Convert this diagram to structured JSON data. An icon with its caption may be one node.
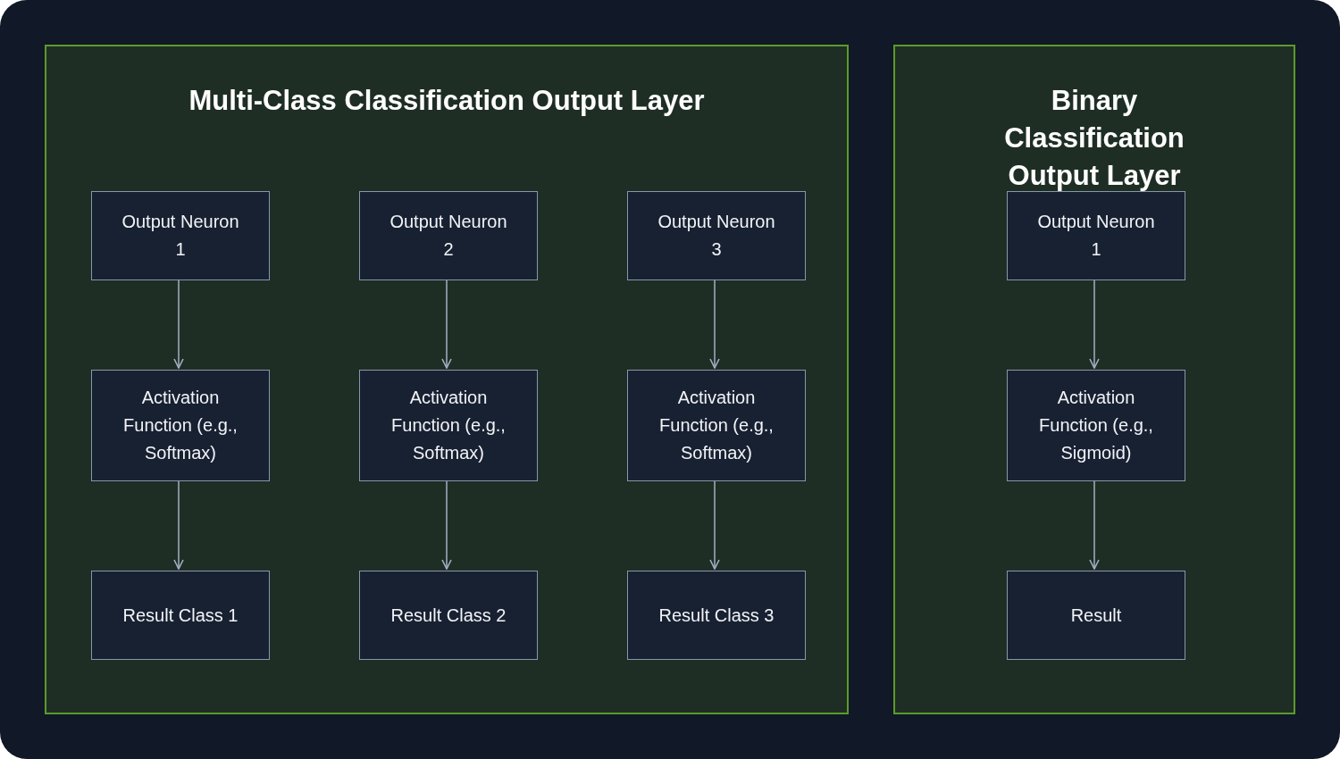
{
  "diagram": {
    "nodes": [
      {
        "text": [
          "Multi-Class Classification Output Layer"
        ]
      },
      {
        "text": [
          "Output Neuron 1"
        ],
        "in": 0
      },
      {
        "text": [
          "Output Neuron 2"
        ],
        "in": 0
      },
      {
        "text": [
          "Output Neuron 3"
        ],
        "in": 0
      },
      {
        "text": [
          "Activation Function (e.g., Softmax)"
        ],
        "in": 0
      },
      {
        "text": [
          "Activation Function (e.g., Softmax)"
        ],
        "in": 0
      },
      {
        "text": [
          "Activation Function (e.g., Softmax)"
        ],
        "in": 0
      },
      {
        "text": [
          "Result Class 1"
        ],
        "in": 0
      },
      {
        "text": [
          "Result Class 2"
        ],
        "in": 0
      },
      {
        "text": [
          "Result Class 3"
        ],
        "in": 0
      },
      {
        "text": [
          "Binary Classification Output Layer"
        ]
      },
      {
        "text": [
          "Output Neuron 1"
        ],
        "in": 10
      },
      {
        "text": [
          "Activation Function (e.g., Sigmoid)"
        ],
        "in": 10
      },
      {
        "text": [
          "Result"
        ],
        "in": 10
      }
    ],
    "edges": [
      {
        "from": 1,
        "to": 4,
        "arrow": "to"
      },
      {
        "from": 4,
        "to": 7,
        "arrow": "to"
      },
      {
        "from": 2,
        "to": 5,
        "arrow": "to"
      },
      {
        "from": 5,
        "to": 8,
        "arrow": "to"
      },
      {
        "from": 3,
        "to": 6,
        "arrow": "to"
      },
      {
        "from": 6,
        "to": 9,
        "arrow": "to"
      },
      {
        "from": 11,
        "to": 12,
        "arrow": "to"
      },
      {
        "from": 12,
        "to": 13,
        "arrow": "to"
      }
    ]
  }
}
